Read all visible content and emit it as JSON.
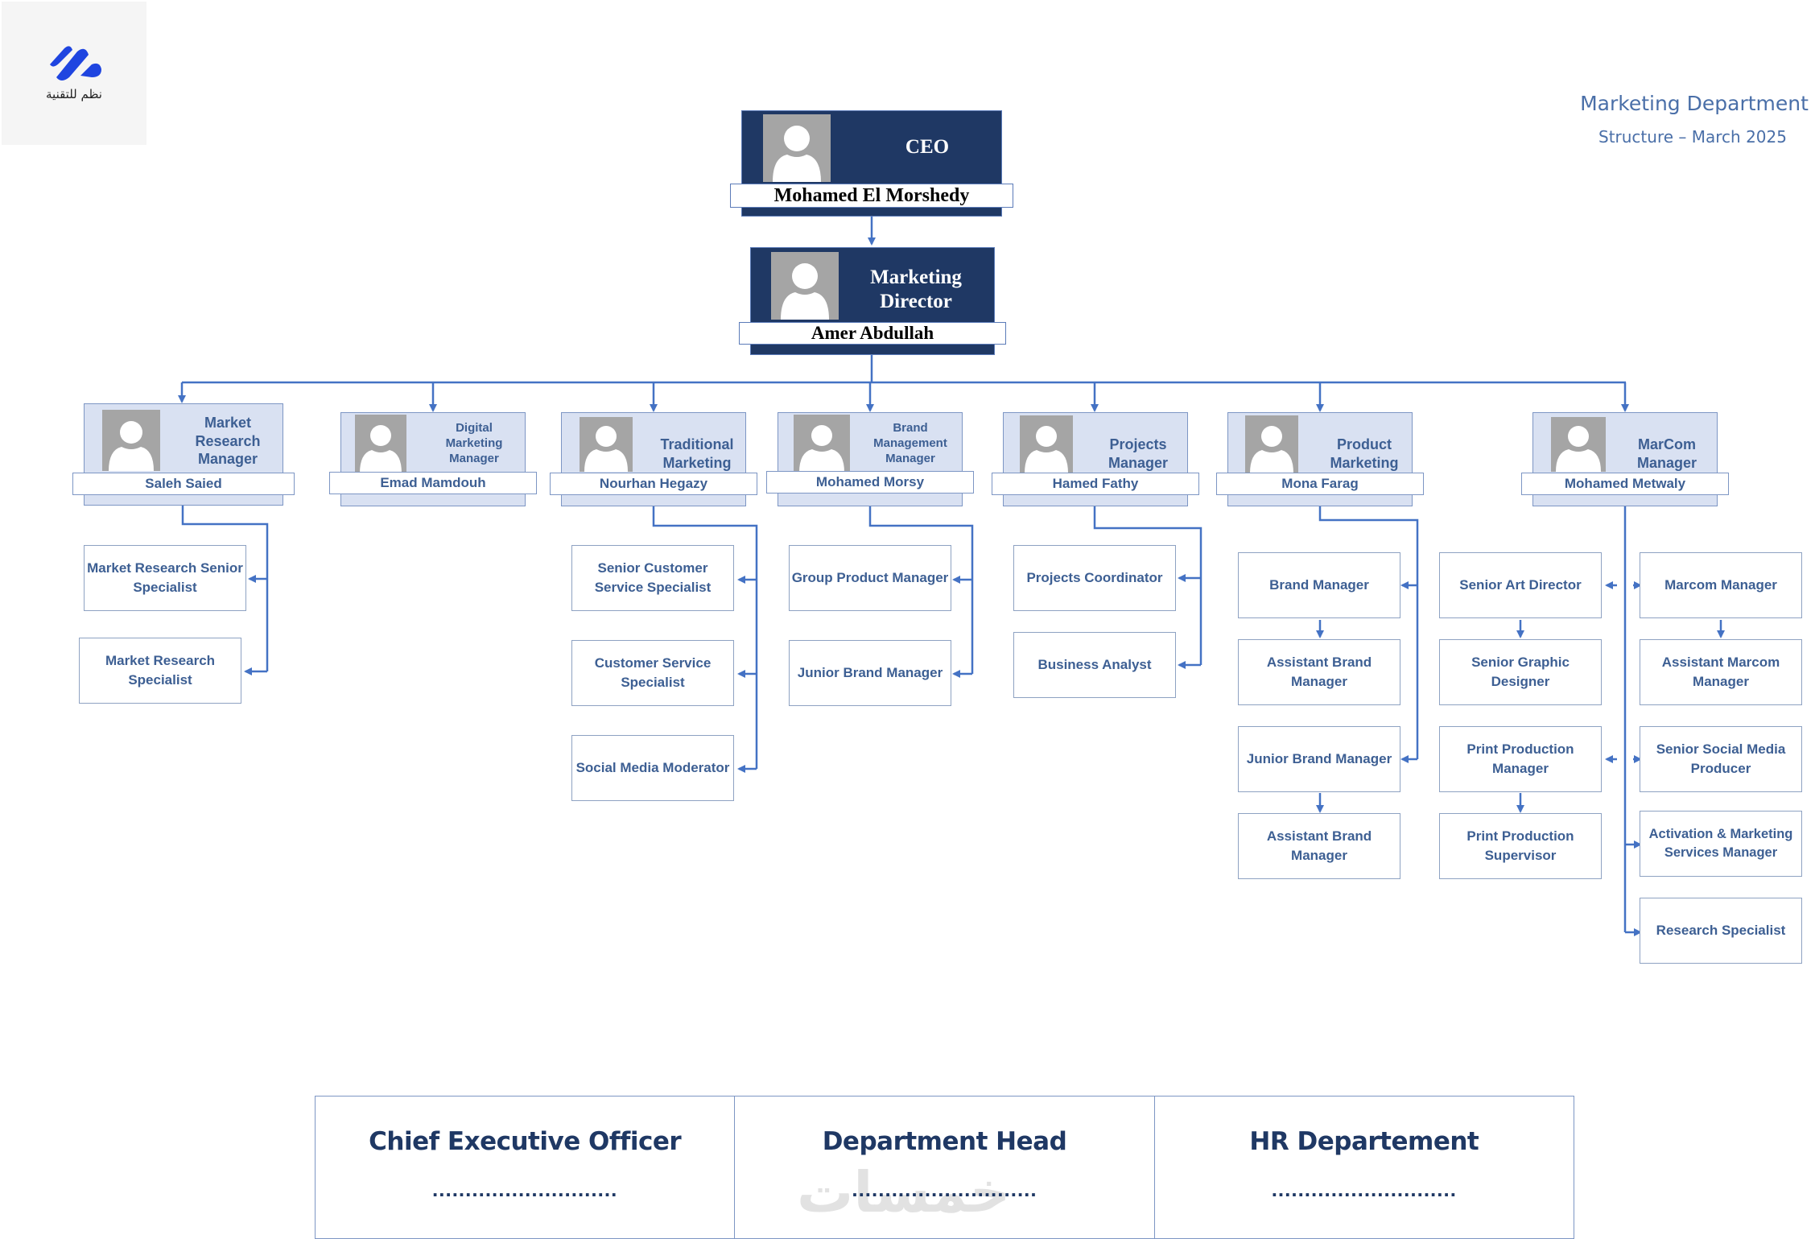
{
  "logo": {
    "icon": "brand-logo-icon",
    "text": "نظم للتقنية",
    "color": "#1f45e0"
  },
  "header": {
    "title": "Marketing Department",
    "subtitle": "Structure – March 2025"
  },
  "colors": {
    "exec_fill": "#1f3864",
    "manager_fill": "#d9e1f2",
    "connector": "#4472c4",
    "text_blue": "#3d5f93"
  },
  "ceo": {
    "role": "CEO",
    "name": "Mohamed El Morshedy"
  },
  "director": {
    "role": "Marketing Director",
    "name": "Amer Abdullah"
  },
  "managers": [
    {
      "role": "Market Research Manager",
      "name": "Saleh Saied",
      "reports": [
        "Market Research Senior Specialist",
        "Market Research Specialist"
      ]
    },
    {
      "role": "Digital Marketing Manager",
      "name": "Emad Mamdouh",
      "reports": []
    },
    {
      "role": "Traditional Marketing",
      "name": "Nourhan Hegazy",
      "reports": [
        "Senior Customer Service Specialist",
        "Customer Service Specialist",
        "Social Media Moderator"
      ]
    },
    {
      "role": "Brand Management Manager",
      "name": "Mohamed Morsy",
      "reports": [
        "Group Product Manager",
        "Junior Brand Manager"
      ]
    },
    {
      "role": "Projects Manager",
      "name": "Hamed Fathy",
      "reports": [
        "Projects Coordinator",
        "Business Analyst"
      ]
    },
    {
      "role": "Product Marketing",
      "name": "Mona Farag",
      "reports": [
        "Brand Manager",
        "Assistant Brand Manager",
        "Junior Brand Manager",
        "Assistant Brand Manager"
      ]
    },
    {
      "role": "MarCom Manager",
      "name": "Mohamed Metwaly",
      "reports_left": [
        "Senior Art Director",
        "Senior Graphic Designer",
        "Print Production Manager",
        "Print Production Supervisor"
      ],
      "reports_right": [
        "Marcom Manager",
        "Assistant Marcom Manager",
        "Senior Social Media Producer",
        "Activation & Marketing Services Manager",
        "Research Specialist"
      ]
    }
  ],
  "signatures": [
    {
      "title": "Chief Executive Officer",
      "line": "............................"
    },
    {
      "title": "Department Head",
      "line": "............................"
    },
    {
      "title": "HR Departement",
      "line": "............................"
    }
  ],
  "watermark": "خمسات"
}
